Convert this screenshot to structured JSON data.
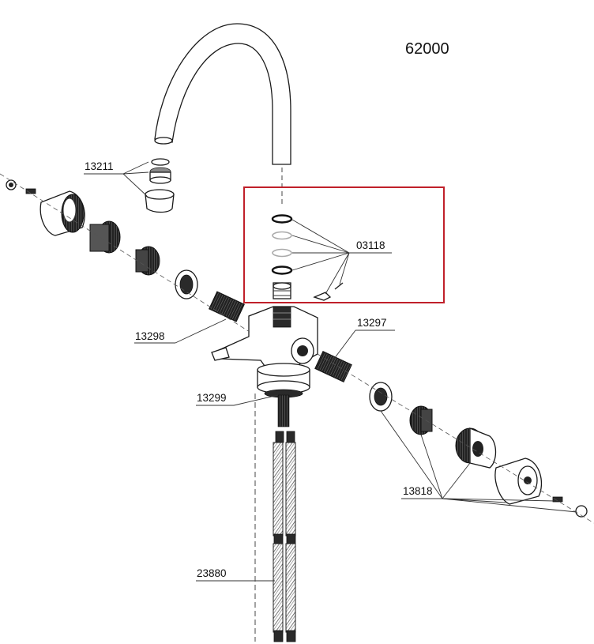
{
  "model_number": "62000",
  "highlight_color": "#c0202a",
  "part_labels": {
    "spout_aerator": "13211",
    "spout_seals": "03118",
    "left_cartridge": "13298",
    "right_cartridge": "13297",
    "mounting_kit": "13299",
    "handle_kit": "13818",
    "supply_hoses": "23880"
  }
}
